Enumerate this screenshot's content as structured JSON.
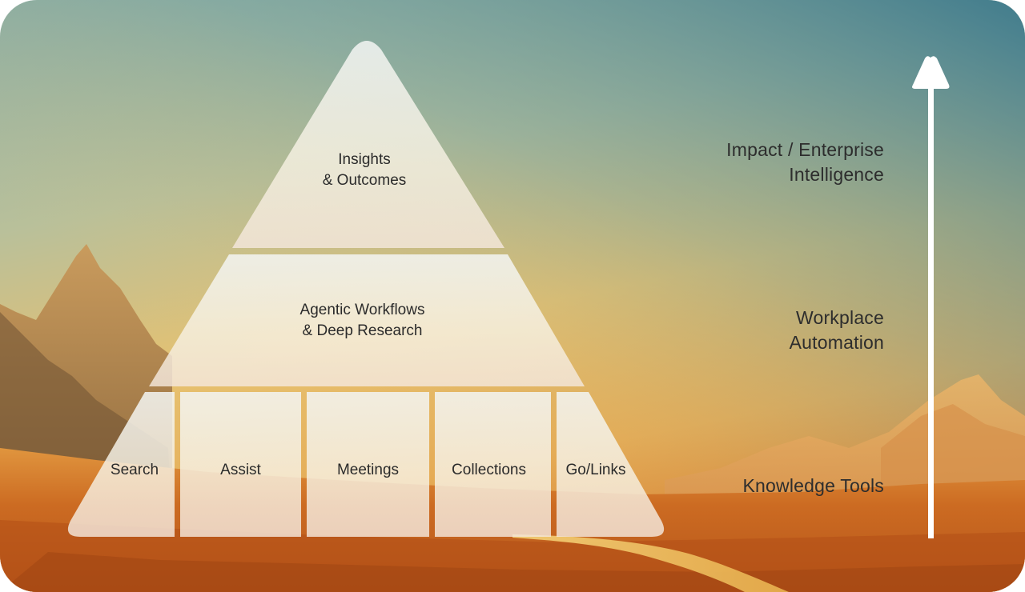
{
  "pyramid": {
    "top_tier": "Insights\n& Outcomes",
    "middle_tier": "Agentic Workflows\n& Deep Research",
    "base_tools": [
      "Search",
      "Assist",
      "Meetings",
      "Collections",
      "Go/Links"
    ]
  },
  "scale": {
    "levels": [
      "Impact / Enterprise\nIntelligence",
      "Workplace\nAutomation",
      "Knowledge Tools"
    ],
    "arrow_direction": "up"
  },
  "colors": {
    "sky_top": "#4a8694",
    "sky_glow": "#e9c46a",
    "desert": "#c8631a",
    "panel": "#f5f1e8",
    "arrow": "#ffffff",
    "text": "#2b2b2b"
  },
  "icons": {
    "arrow": "up-arrow-icon",
    "background": "desert-mountains-illustration"
  }
}
